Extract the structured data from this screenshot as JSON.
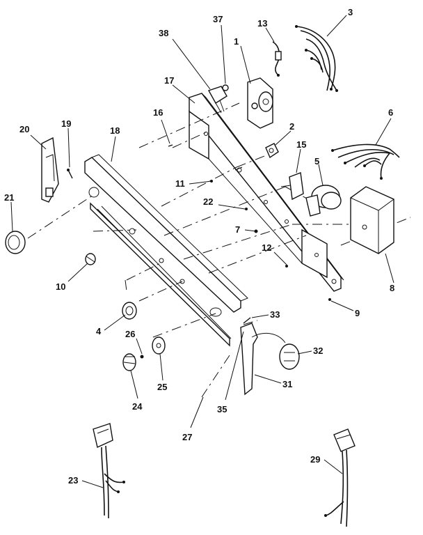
{
  "diagram": {
    "callouts": [
      {
        "id": "p1",
        "label": "1"
      },
      {
        "id": "p2",
        "label": "2"
      },
      {
        "id": "p3",
        "label": "3"
      },
      {
        "id": "p4",
        "label": "4"
      },
      {
        "id": "p5",
        "label": "5"
      },
      {
        "id": "p6",
        "label": "6"
      },
      {
        "id": "p7",
        "label": "7"
      },
      {
        "id": "p8",
        "label": "8"
      },
      {
        "id": "p9",
        "label": "9"
      },
      {
        "id": "p10",
        "label": "10"
      },
      {
        "id": "p11",
        "label": "11"
      },
      {
        "id": "p12",
        "label": "12"
      },
      {
        "id": "p13",
        "label": "13"
      },
      {
        "id": "p15",
        "label": "15"
      },
      {
        "id": "p16",
        "label": "16"
      },
      {
        "id": "p17",
        "label": "17"
      },
      {
        "id": "p18",
        "label": "18"
      },
      {
        "id": "p19",
        "label": "19"
      },
      {
        "id": "p20",
        "label": "20"
      },
      {
        "id": "p21",
        "label": "21"
      },
      {
        "id": "p22",
        "label": "22"
      },
      {
        "id": "p23",
        "label": "23"
      },
      {
        "id": "p24",
        "label": "24"
      },
      {
        "id": "p25",
        "label": "25"
      },
      {
        "id": "p26",
        "label": "26"
      },
      {
        "id": "p27",
        "label": "27"
      },
      {
        "id": "p29",
        "label": "29"
      },
      {
        "id": "p31",
        "label": "31"
      },
      {
        "id": "p32",
        "label": "32"
      },
      {
        "id": "p33",
        "label": "33"
      },
      {
        "id": "p35",
        "label": "35"
      },
      {
        "id": "p37",
        "label": "37"
      },
      {
        "id": "p38",
        "label": "38"
      }
    ]
  }
}
